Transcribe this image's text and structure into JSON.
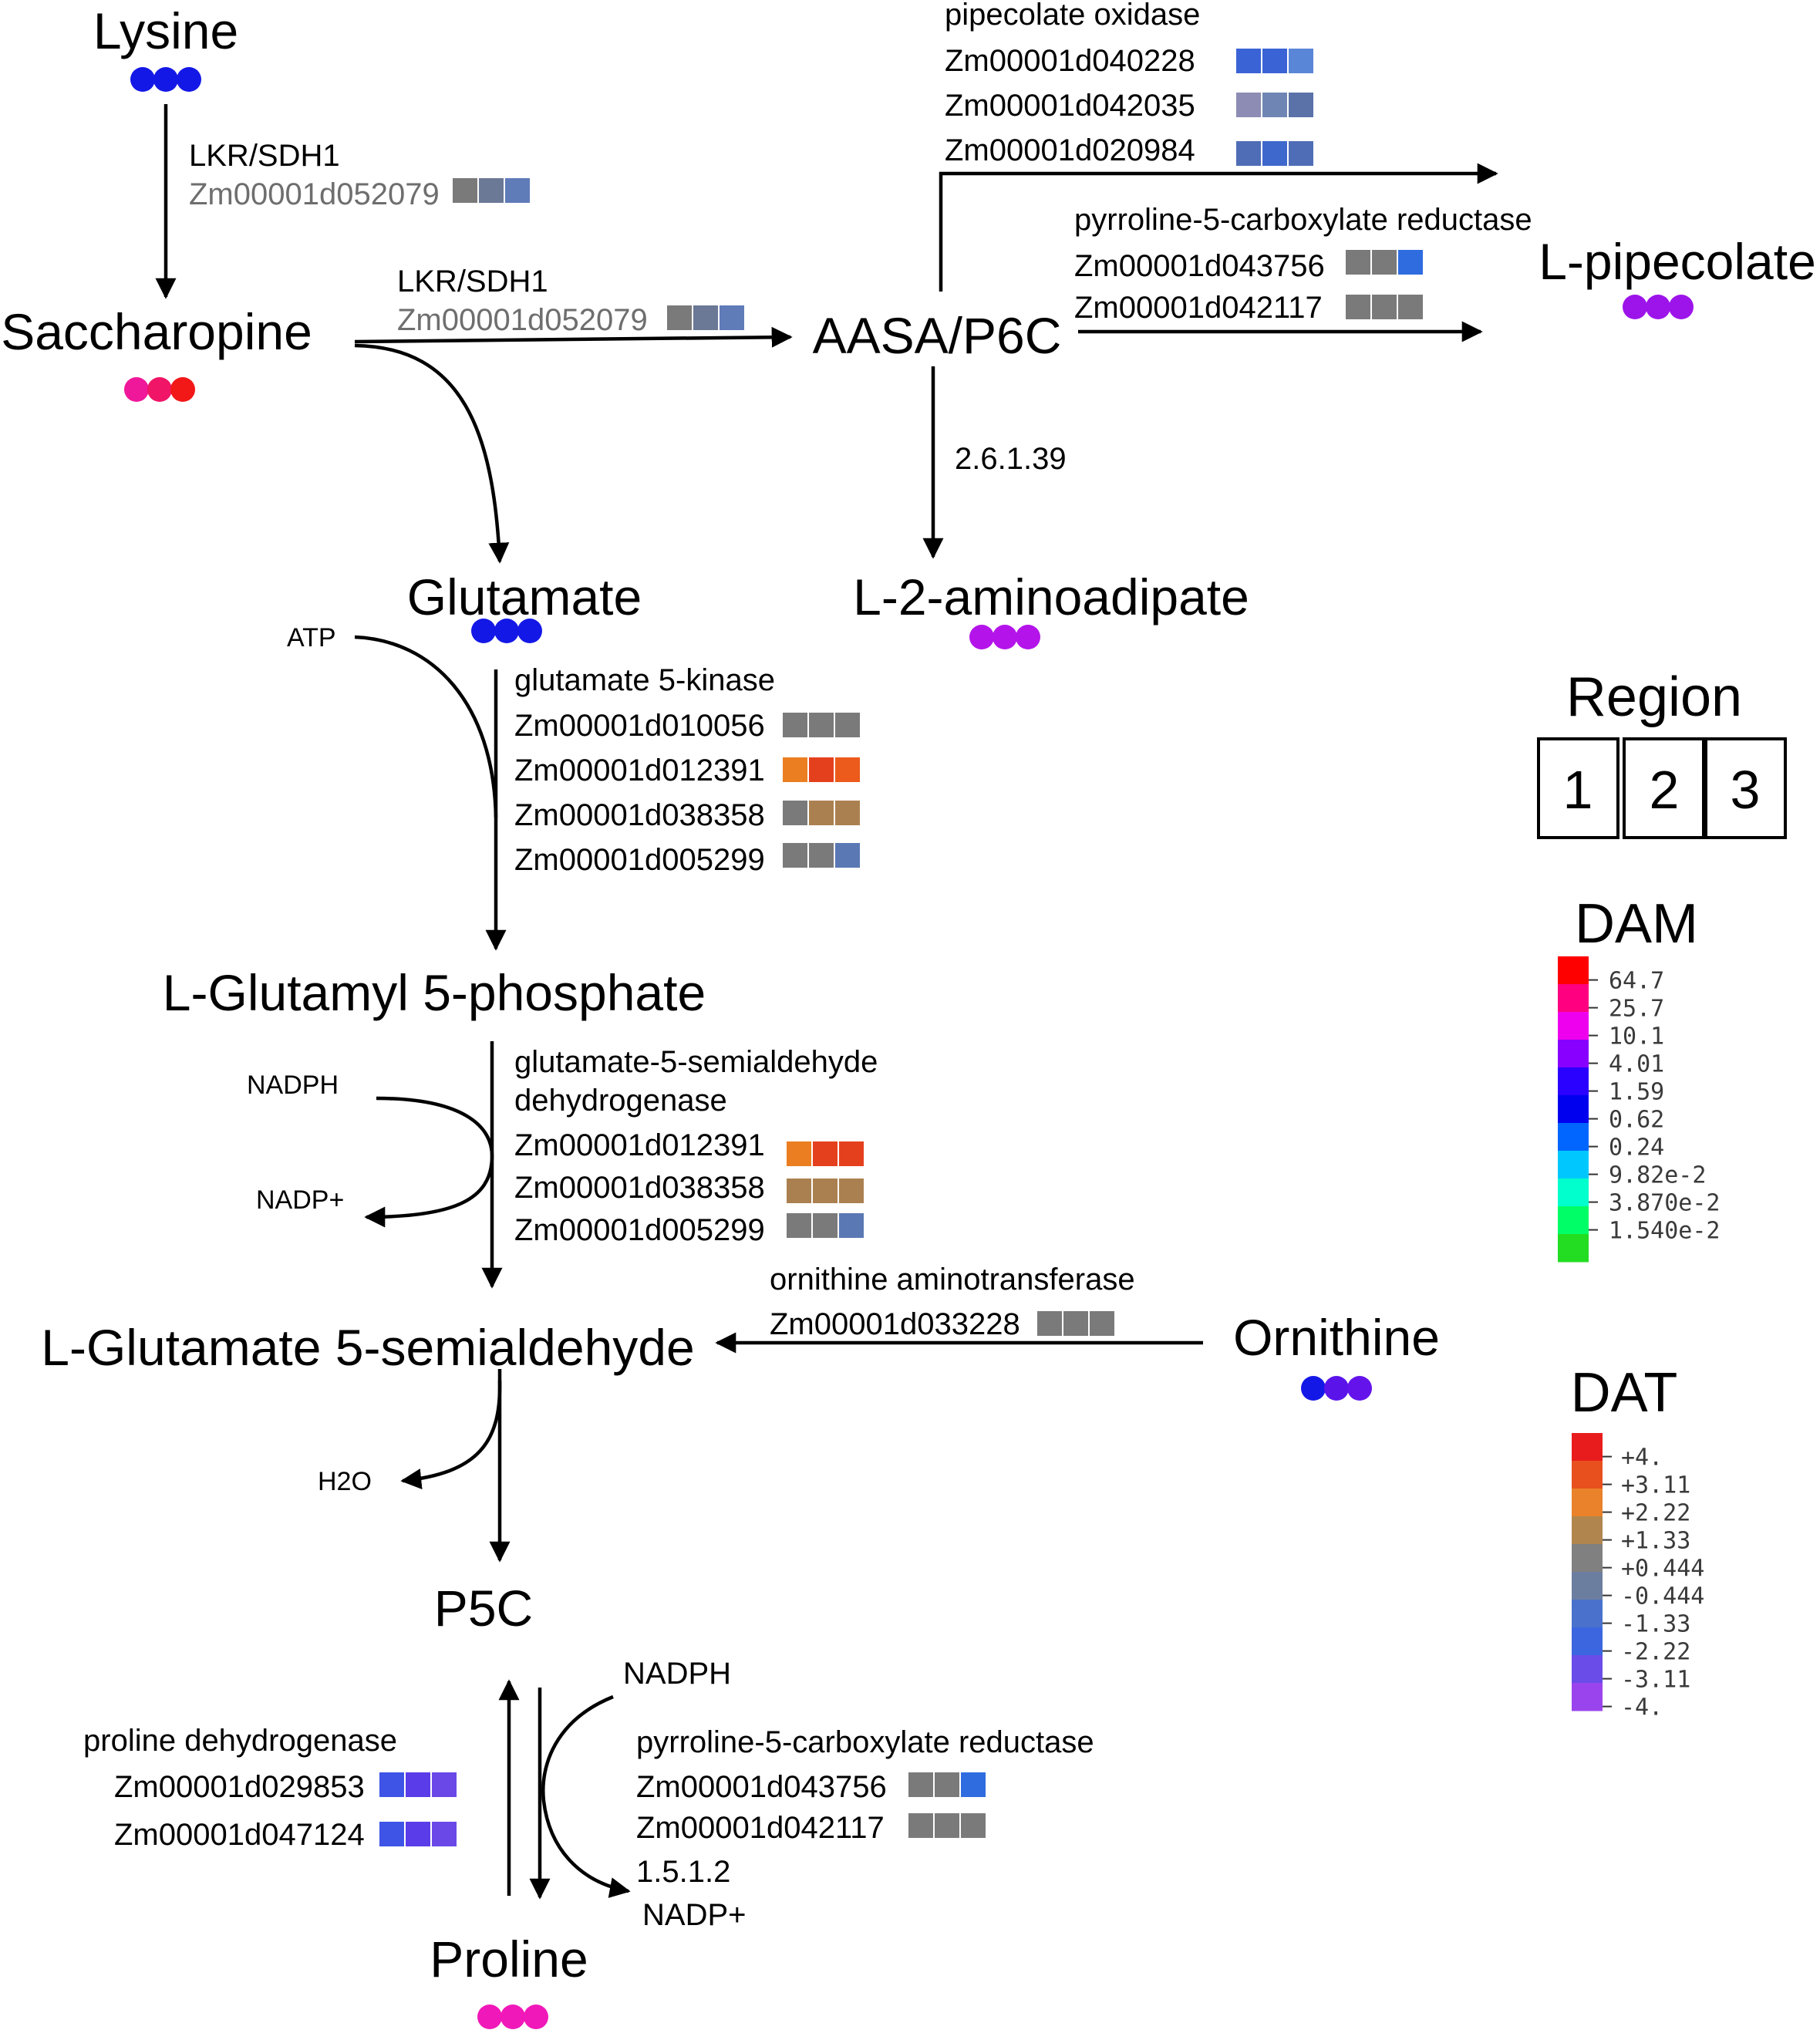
{
  "metabolites": [
    {
      "id": "lysine",
      "name": "Lysine",
      "dots": [
        "#1418e6",
        "#1418e6",
        "#1418e6"
      ]
    },
    {
      "id": "saccharopine",
      "name": "Saccharopine",
      "dots": [
        "#f0189a",
        "#f01566",
        "#f21818"
      ]
    },
    {
      "id": "aasa",
      "name": "AASA/P6C",
      "dots": []
    },
    {
      "id": "pipecolate",
      "name": "L-pipecolate",
      "dots": [
        "#9c14ea",
        "#9c14ea",
        "#9c14ea"
      ]
    },
    {
      "id": "glutamate",
      "name": "Glutamate",
      "dots": [
        "#1418e6",
        "#1418e6",
        "#1418e6"
      ]
    },
    {
      "id": "aminoadipate",
      "name": "L-2-aminoadipate",
      "dots": [
        "#b414ea",
        "#b414ea",
        "#b414ea"
      ]
    },
    {
      "id": "glutamyl",
      "name": "L-Glutamyl 5-phosphate",
      "dots": []
    },
    {
      "id": "semialdehyde",
      "name": "L-Glutamate 5-semialdehyde",
      "dots": []
    },
    {
      "id": "ornithine",
      "name": "Ornithine",
      "dots": [
        "#1418e6",
        "#5a14ea",
        "#6414ea"
      ]
    },
    {
      "id": "p5c",
      "name": "P5C",
      "dots": []
    },
    {
      "id": "proline",
      "name": "Proline",
      "dots": [
        "#f018b8",
        "#f018b8",
        "#f018b8"
      ]
    }
  ],
  "enzymes": [
    {
      "id": "lkr1",
      "title": "LKR/SDH1",
      "genes": [
        {
          "id": "Zm00001d052079",
          "c": [
            "#7a7a7a",
            "#6b7896",
            "#5f7bb8"
          ]
        }
      ]
    },
    {
      "id": "lkr2",
      "title": "LKR/SDH1",
      "genes": [
        {
          "id": "Zm00001d052079",
          "c": [
            "#7a7a7a",
            "#6b7896",
            "#5f7bb8"
          ]
        }
      ]
    },
    {
      "id": "pipox",
      "title": "pipecolate oxidase",
      "genes": [
        {
          "id": "Zm00001d040228",
          "c": [
            "#3a63d6",
            "#3a63d6",
            "#5a86d8"
          ]
        },
        {
          "id": "Zm00001d042035",
          "c": [
            "#8c8cb4",
            "#6f86b4",
            "#5a72a8"
          ]
        },
        {
          "id": "Zm00001d020984",
          "c": [
            "#4f6db6",
            "#3f68cc",
            "#4f6db6"
          ]
        }
      ]
    },
    {
      "id": "p5cr1",
      "title": "pyrroline-5-carboxylate reductase",
      "genes": [
        {
          "id": "Zm00001d043756",
          "c": [
            "#7a7a7a",
            "#7a7a7a",
            "#2f6ce0"
          ]
        },
        {
          "id": "Zm00001d042117",
          "c": [
            "#7a7a7a",
            "#7a7a7a",
            "#7a7a7a"
          ]
        }
      ]
    },
    {
      "id": "ec2639",
      "title": "2.6.1.39",
      "genes": []
    },
    {
      "id": "g5k",
      "title": "glutamate 5-kinase",
      "genes": [
        {
          "id": "Zm00001d010056",
          "c": [
            "#7a7a7a",
            "#7a7a7a",
            "#7a7a7a"
          ]
        },
        {
          "id": "Zm00001d012391",
          "c": [
            "#ea7e20",
            "#e5401e",
            "#ec5a1c"
          ]
        },
        {
          "id": "Zm00001d038358",
          "c": [
            "#7a7a7a",
            "#ab8050",
            "#ab8050"
          ]
        },
        {
          "id": "Zm00001d005299",
          "c": [
            "#7a7a7a",
            "#7a7a7a",
            "#5a78b4"
          ]
        }
      ]
    },
    {
      "id": "g5sd",
      "title": "glutamate-5-semialdehyde",
      "title2": "dehydrogenase",
      "genes": [
        {
          "id": "Zm00001d012391",
          "c": [
            "#ea7e20",
            "#e5401e",
            "#e5401e"
          ]
        },
        {
          "id": "Zm00001d038358",
          "c": [
            "#ab8050",
            "#ab8050",
            "#ab8050"
          ]
        },
        {
          "id": "Zm00001d005299",
          "c": [
            "#7a7a7a",
            "#7a7a7a",
            "#5a78b4"
          ]
        }
      ]
    },
    {
      "id": "oat",
      "title": "ornithine aminotransferase",
      "genes": [
        {
          "id": "Zm00001d033228",
          "c": [
            "#7a7a7a",
            "#7a7a7a",
            "#7a7a7a"
          ]
        }
      ]
    },
    {
      "id": "prodh",
      "title": "proline dehydrogenase",
      "genes": [
        {
          "id": "Zm00001d029853",
          "c": [
            "#3d54e6",
            "#5a3ce8",
            "#6a48e8"
          ]
        },
        {
          "id": "Zm00001d047124",
          "c": [
            "#3d54e6",
            "#5a3ce8",
            "#6a48e8"
          ]
        }
      ]
    },
    {
      "id": "p5cr2",
      "title": "pyrroline-5-carboxylate reductase",
      "genes": [
        {
          "id": "Zm00001d043756",
          "c": [
            "#7a7a7a",
            "#7a7a7a",
            "#2f6ce0"
          ]
        },
        {
          "id": "Zm00001d042117",
          "c": [
            "#7a7a7a",
            "#7a7a7a",
            "#7a7a7a"
          ]
        }
      ]
    }
  ],
  "cofactors": {
    "atp": "ATP",
    "nadph1": "NADPH",
    "nadp1": "NADP+",
    "h2o": "H2O",
    "nadph2": "NADPH",
    "ec1512": "1.5.1.2",
    "nadp2": "NADP+"
  },
  "legend": {
    "region_title": "Region",
    "regions": [
      "1",
      "2",
      "3"
    ],
    "dam_title": "DAM",
    "dam_scale": [
      {
        "label": "64.7",
        "color": "#ff0000"
      },
      {
        "label": "25.7",
        "color": "#ff0080"
      },
      {
        "label": "10.1",
        "color": "#ee00ee"
      },
      {
        "label": "4.01",
        "color": "#8800ff"
      },
      {
        "label": "1.59",
        "color": "#2a00ff"
      },
      {
        "label": "0.62",
        "color": "#0000ee"
      },
      {
        "label": "0.24",
        "color": "#0066ff"
      },
      {
        "label": "9.82e-2",
        "color": "#00c8ff"
      },
      {
        "label": "3.870e-2",
        "color": "#00ffcc"
      },
      {
        "label": "1.540e-2",
        "color": "#00ff66"
      },
      {
        "label": "",
        "color": "#22dd22"
      }
    ],
    "dat_title": "DAT",
    "dat_scale": [
      {
        "label": "+4.",
        "color": "#e81c1c"
      },
      {
        "label": "+3.11",
        "color": "#e8501e"
      },
      {
        "label": "+2.22",
        "color": "#e9822a"
      },
      {
        "label": "+1.33",
        "color": "#b0864e"
      },
      {
        "label": "+0.444",
        "color": "#808080"
      },
      {
        "label": "-0.444",
        "color": "#6c7ea0"
      },
      {
        "label": "-1.33",
        "color": "#4a72cc"
      },
      {
        "label": "-2.22",
        "color": "#3c66e0"
      },
      {
        "label": "-3.11",
        "color": "#6a4ce8"
      },
      {
        "label": "-4.",
        "color": "#9a44ee"
      }
    ]
  }
}
